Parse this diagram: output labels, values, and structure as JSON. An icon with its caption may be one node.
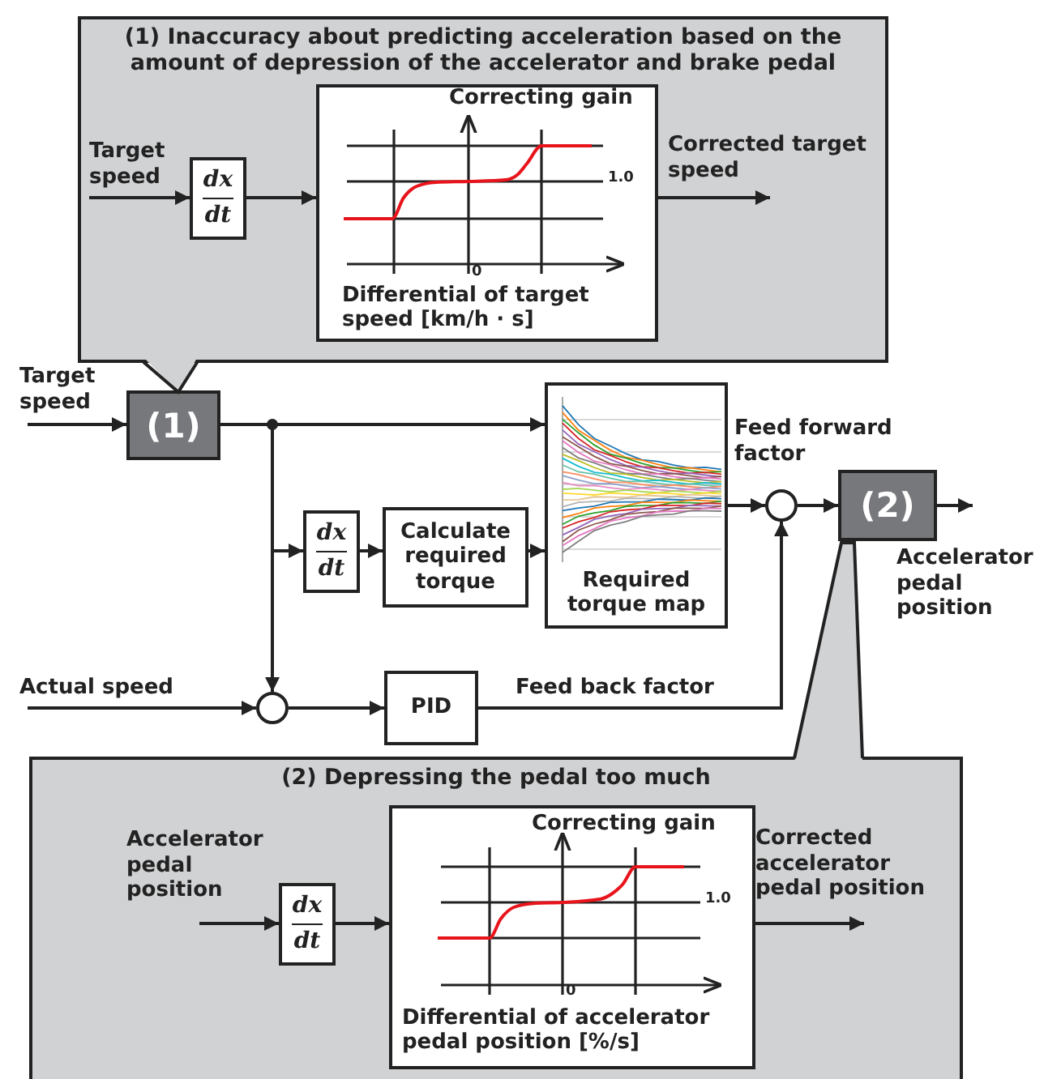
{
  "diagram": {
    "nodes": [
      {
        "text": [
          "(1) Inaccuracy about predicting acceleration based on the amount of depression of the accelerator and brake pedal"
        ]
      },
      {
        "text": [
          "Target speed"
        ],
        "in": 0
      },
      {
        "text": [
          "dx",
          "dt"
        ],
        "in": 0
      },
      {
        "text": [
          "Correcting gain",
          "1.0",
          "0",
          "Differential of target speed [km/h · s]"
        ],
        "in": 0
      },
      {
        "text": [
          "Corrected target speed"
        ],
        "in": 0
      },
      {
        "text": [
          "Target speed"
        ]
      },
      {
        "text": [
          "(1)"
        ]
      },
      {
        "text": [
          "dx",
          "dt"
        ]
      },
      {
        "text": [
          "Calculate required torque"
        ]
      },
      {
        "text": [
          "Required torque map"
        ]
      },
      {
        "text": [],
        "shape": "circle"
      },
      {
        "text": [
          "Actual speed"
        ]
      },
      {
        "text": [],
        "shape": "circle"
      },
      {
        "text": [
          "PID"
        ]
      },
      {
        "text": [
          "(2)"
        ]
      },
      {
        "text": [
          "(2) Depressing the pedal too much"
        ]
      },
      {
        "text": [
          "Accelerator pedal position"
        ],
        "in": 15
      },
      {
        "text": [
          "dx",
          "dt"
        ],
        "in": 15
      },
      {
        "text": [
          "Correcting gain",
          "1.0",
          "0",
          "Differential of accelerator pedal position [%/s]"
        ],
        "in": 15
      },
      {
        "text": [
          "Corrected accelerator pedal position"
        ],
        "in": 15
      }
    ],
    "edges": [
      {
        "from": 1,
        "to": 2,
        "arrow": "to"
      },
      {
        "from": 2,
        "to": 3,
        "arrow": "to"
      },
      {
        "from": 3,
        "to": 4,
        "arrow": "to"
      },
      {
        "from": 5,
        "to": 6,
        "arrow": "to"
      },
      {
        "from": 6,
        "to": 9,
        "arrow": "to"
      },
      {
        "from": 6,
        "to": 7,
        "arrow": "to"
      },
      {
        "from": 6,
        "to": 12,
        "arrow": "to"
      },
      {
        "from": 7,
        "to": 8,
        "arrow": "to"
      },
      {
        "from": 8,
        "to": 9,
        "arrow": "to"
      },
      {
        "from": 9,
        "to": 10,
        "arrow": "to"
      },
      {
        "from": 11,
        "to": 12,
        "arrow": "to"
      },
      {
        "from": 12,
        "to": 13,
        "arrow": "to"
      },
      {
        "from": 13,
        "to": 10,
        "arrow": "to",
        "label": "Feed back factor"
      },
      {
        "from": 10,
        "to": 14,
        "arrow": "to"
      },
      {
        "from": 14,
        "to": null,
        "arrow": "to"
      },
      {
        "from": 16,
        "to": 17,
        "arrow": "to"
      },
      {
        "from": 17,
        "to": 18,
        "arrow": "to"
      },
      {
        "from": 18,
        "to": 19,
        "arrow": "to"
      }
    ],
    "labels": [
      "Feed forward factor",
      "Accelerator pedal position"
    ]
  }
}
